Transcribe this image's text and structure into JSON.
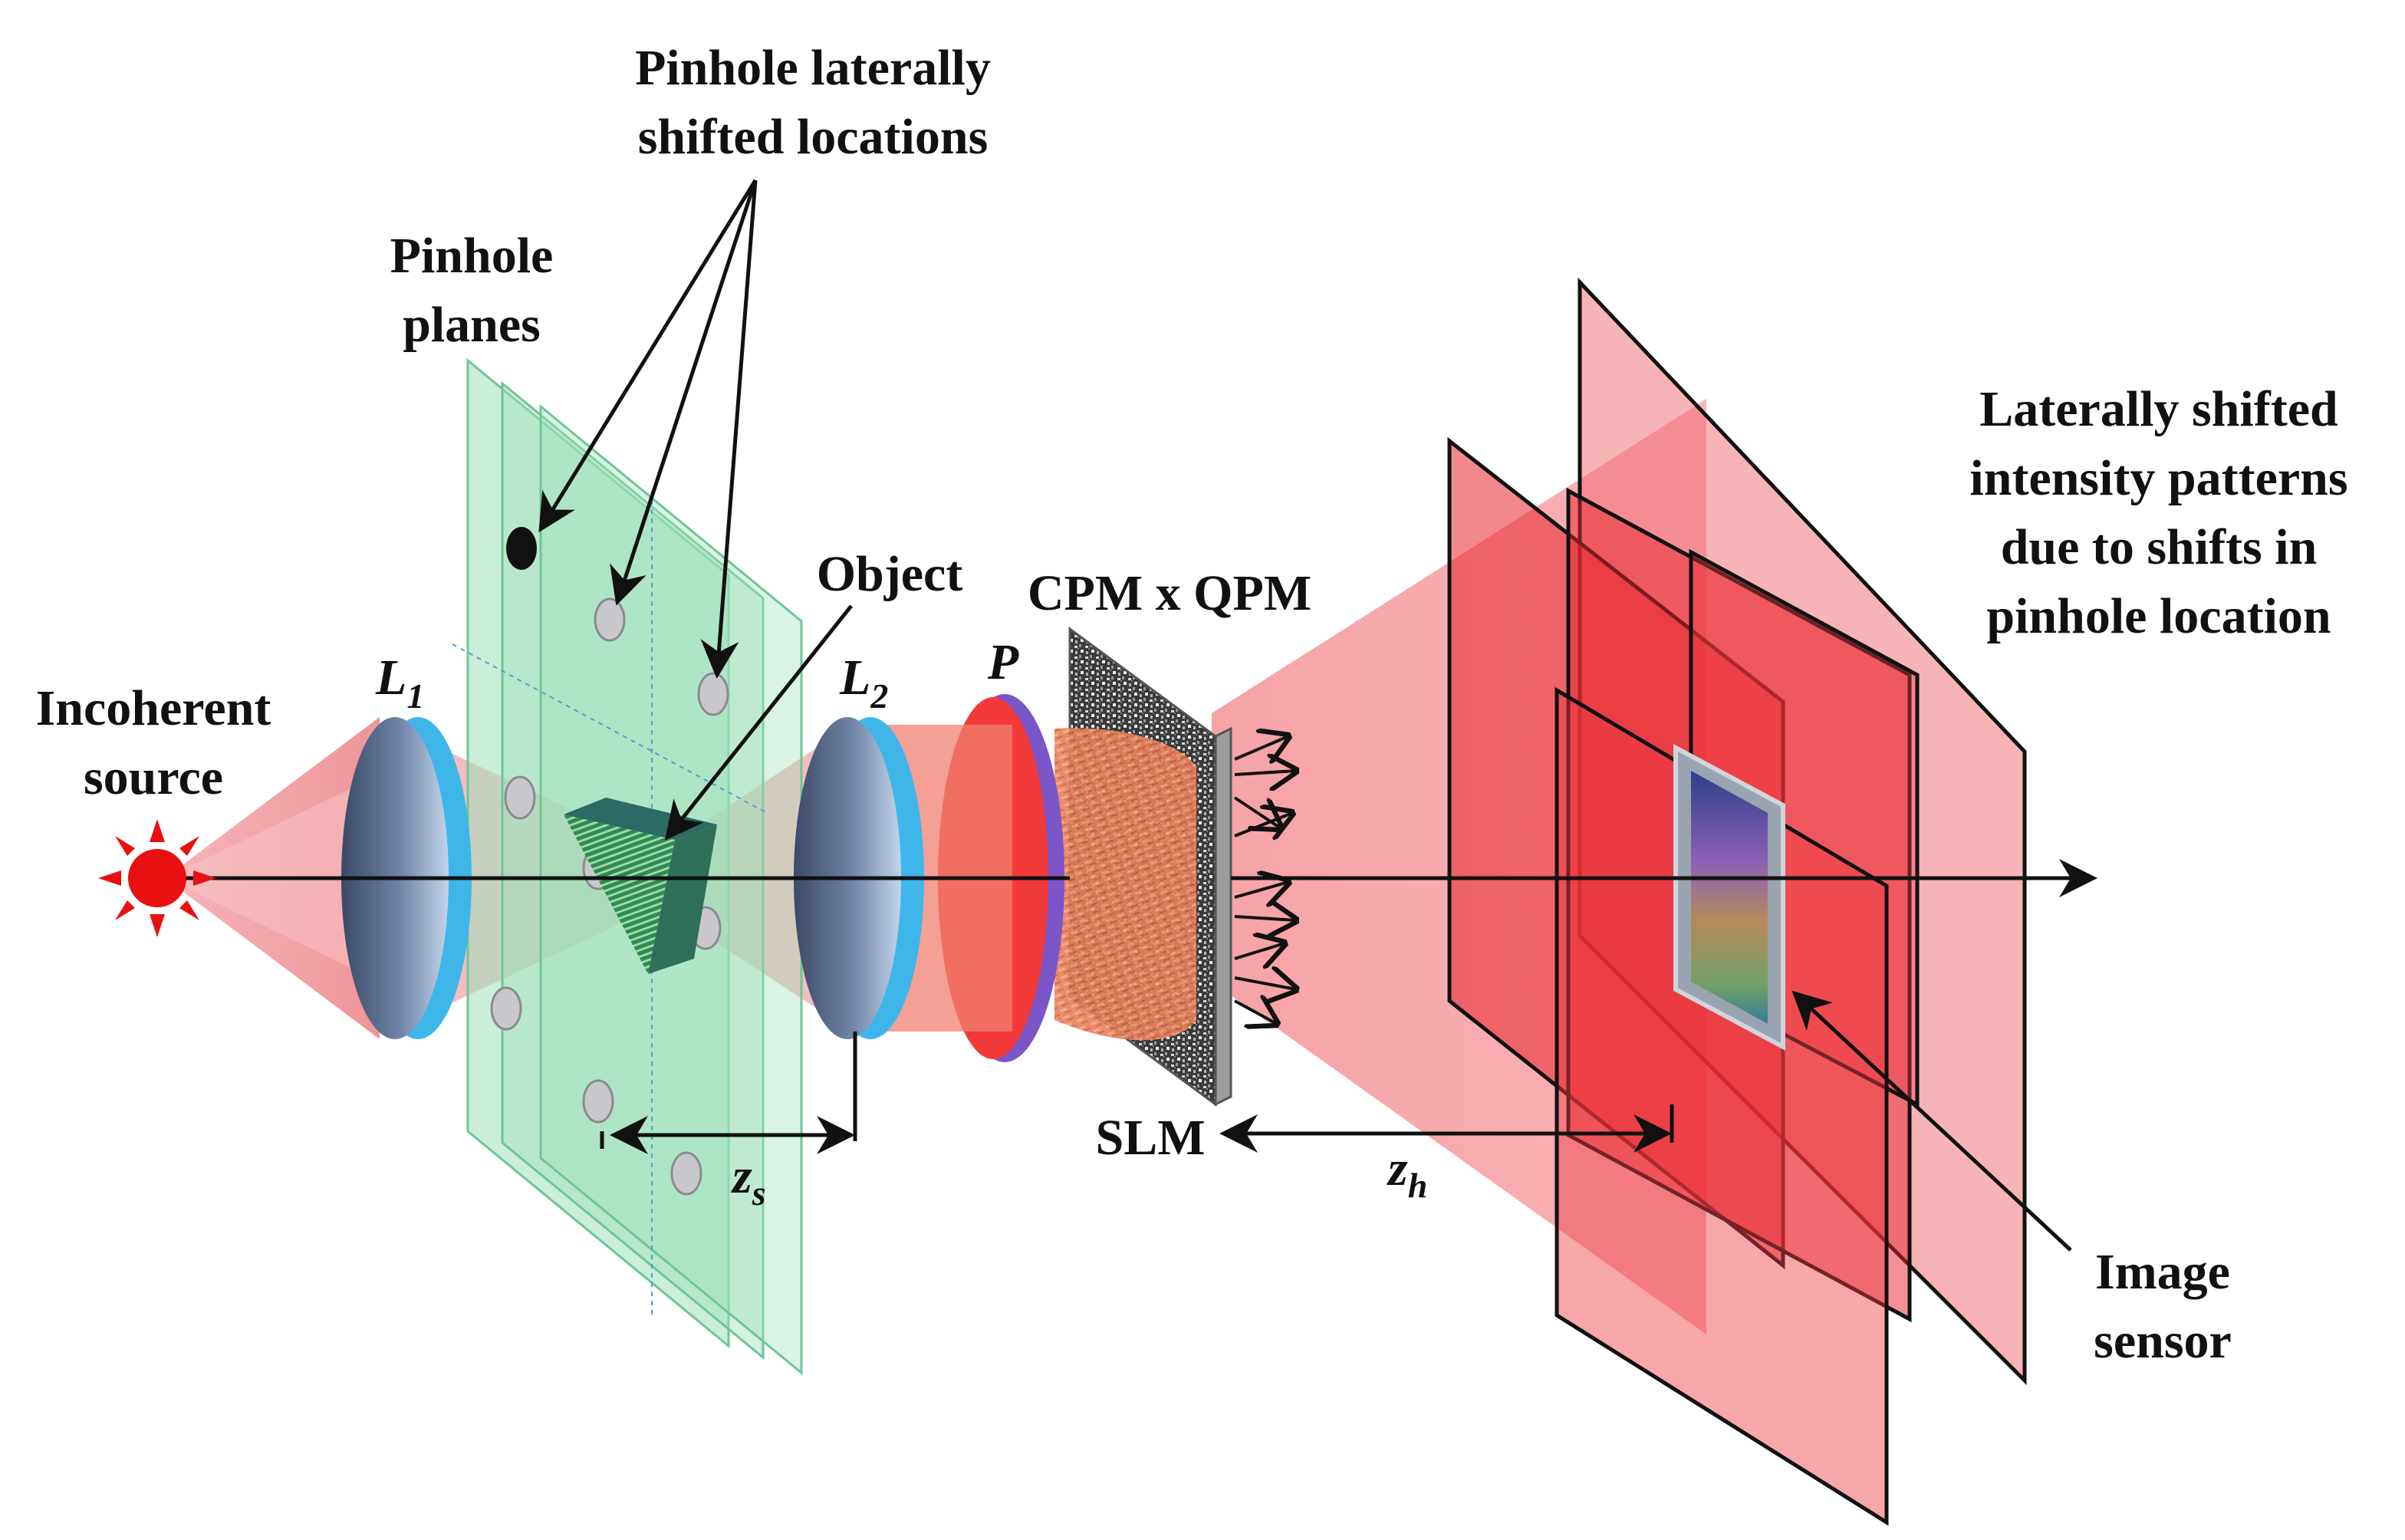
{
  "labels": {
    "pinhole_shift_line1": "Pinhole laterally",
    "pinhole_shift_line2": "shifted locations",
    "pinhole_planes_line1": "Pinhole",
    "pinhole_planes_line2": "planes",
    "object": "Object",
    "cpm_qpm": "CPM x QPM",
    "source_line1": "Incoherent",
    "source_line2": "source",
    "slm": "SLM",
    "patterns_line1": "Laterally shifted",
    "patterns_line2": "intensity patterns",
    "patterns_line3": "due to shifts in",
    "patterns_line4": "pinhole location",
    "sensor_line1": "Image",
    "sensor_line2": "sensor"
  },
  "symbols": {
    "lens1": {
      "main": "L",
      "sub": "1"
    },
    "lens2": {
      "main": "L",
      "sub": "2"
    },
    "polarizer": "P",
    "zs": {
      "main": "z",
      "sub": "s"
    },
    "zh": {
      "main": "z",
      "sub": "h"
    }
  },
  "colors": {
    "lens_blue": "#3fb6ea",
    "pinhole_plane": "#9fe0bc",
    "beam_red": "#f0575d",
    "polarizer_red": "#f33a3a",
    "polarizer_rim": "#7a56c8",
    "source_red": "#e81010",
    "axis": "#111111"
  }
}
